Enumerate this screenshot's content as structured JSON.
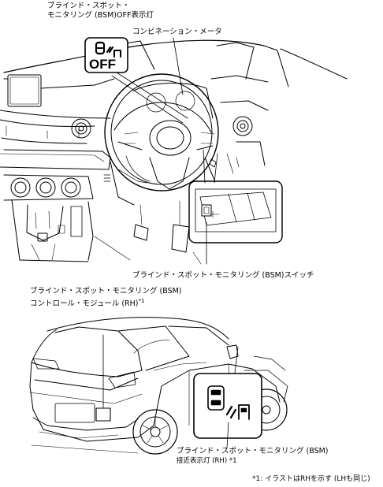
{
  "labels": {
    "bsm_off_line1": "ブラインド・スポット・",
    "bsm_off_line2": "モニタリング (BSM)OFF表示灯",
    "combination_meter": "コンビネーション・メータ",
    "bsm_switch": "ブラインド・スポット・モニタリング (BSM)スイッチ",
    "control_module_line1": "ブラインド・スポット・モニタリング (BSM)",
    "control_module_line2": "コントロール・モジュール (RH)",
    "control_module_note": "*1",
    "approach_line1": "ブラインド・スポット・モニタリング (BSM)",
    "approach_line2": "接近表示灯 (RH) *1",
    "footnote": "*1: イラストはRHを示す (LHも同じ)"
  },
  "indicator": {
    "off_text": "OFF"
  }
}
